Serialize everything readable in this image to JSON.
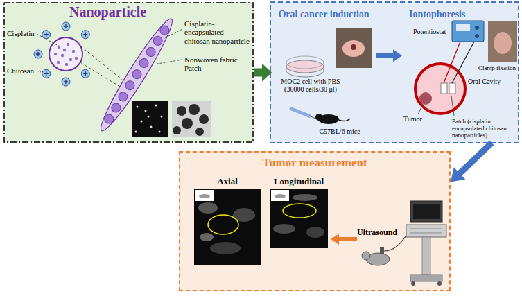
{
  "diagram": {
    "nodes": [
      {
        "text": [
          "Nanoparticle"
        ]
      },
      {
        "text": [
          "Oral cancer induction"
        ]
      },
      {
        "text": [
          "Iontophoresis"
        ]
      },
      {
        "text": [
          "Tumor measurement"
        ]
      },
      {
        "text": [
          "Axial"
        ],
        "in": 3
      },
      {
        "text": [
          "Longitudinal"
        ],
        "in": 3
      },
      {
        "text": [
          "Ultrasound"
        ],
        "in": 3
      }
    ],
    "edges": [
      {
        "from": 0,
        "to": 1,
        "arrow": "to"
      },
      {
        "from": 1,
        "to": 2,
        "arrow": "to"
      },
      {
        "from": 2,
        "to": 3,
        "arrow": "to"
      },
      {
        "from": 6,
        "to": 5,
        "arrow": "to"
      }
    ],
    "labels": [
      "Cisplatin",
      "Chitosan",
      "Cisplatin-encapsulated chitosan nanoparticle",
      "Nonwoven fabric Patch",
      "MOC2 cell with PBS (30000 cells/30 μl)",
      "C57BL/6 mice",
      "Potentiostat",
      "Clamp fixation",
      "Oral Cavity",
      "Tumor",
      "Patch (cisplatin encapsulated chitosan nanoparticles)"
    ]
  }
}
